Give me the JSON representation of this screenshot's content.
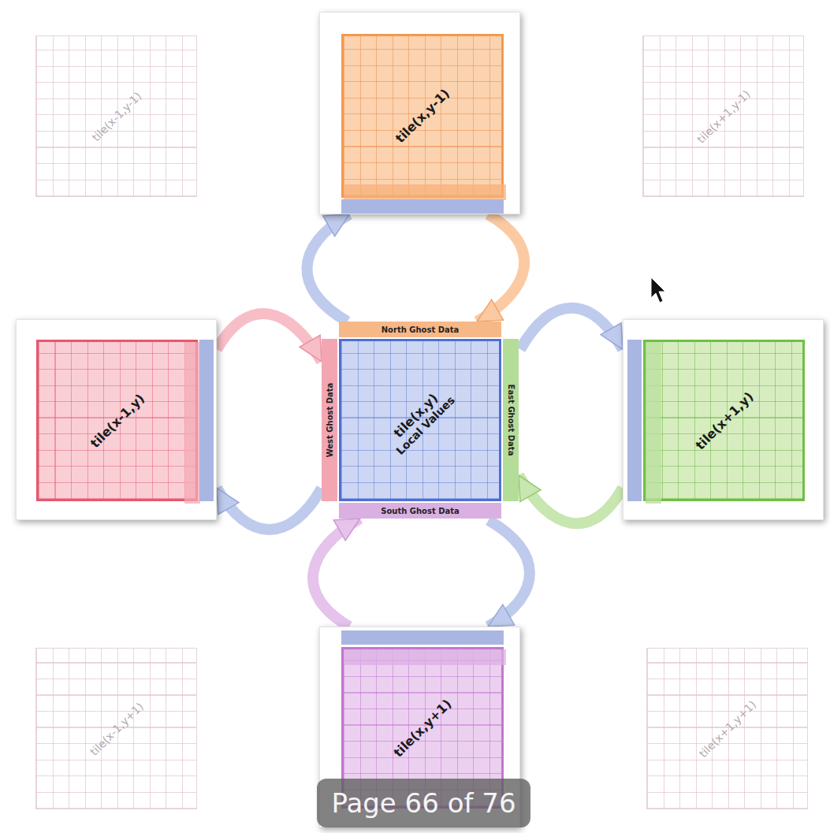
{
  "diagram": {
    "nodes": [
      {
        "text": [
          "tile(x-1,y-1)"
        ]
      },
      {
        "text": [
          "tile(x,y-1)"
        ]
      },
      {
        "text": [
          "tile(x+1,y-1)"
        ]
      },
      {
        "text": [
          "tile(x-1,y)"
        ]
      },
      {
        "text": [
          "tile(x,y)",
          "Local Values"
        ]
      },
      {
        "text": [
          "North Ghost Data"
        ],
        "in": 4
      },
      {
        "text": [
          "West Ghost Data"
        ],
        "in": 4
      },
      {
        "text": [
          "East Ghost Data"
        ],
        "in": 4
      },
      {
        "text": [
          "South Ghost Data"
        ],
        "in": 4
      },
      {
        "text": [
          "tile(x+1,y)"
        ]
      },
      {
        "text": [
          "tile(x-1,y+1)"
        ]
      },
      {
        "text": [
          "tile(x,y+1)"
        ]
      },
      {
        "text": [
          "tile(x+1,y+1)"
        ]
      }
    ],
    "edges": [
      {
        "from": 4,
        "to": 1,
        "arrow": "to"
      },
      {
        "from": 1,
        "to": 5,
        "arrow": "to"
      },
      {
        "from": 3,
        "to": 6,
        "arrow": "to"
      },
      {
        "from": 4,
        "to": 3,
        "arrow": "to"
      },
      {
        "from": 4,
        "to": 9,
        "arrow": "to"
      },
      {
        "from": 9,
        "to": 7,
        "arrow": "to"
      },
      {
        "from": 11,
        "to": 8,
        "arrow": "to"
      },
      {
        "from": 4,
        "to": 11,
        "arrow": "to"
      }
    ],
    "labels": [
      "Page 66 of 76"
    ]
  }
}
